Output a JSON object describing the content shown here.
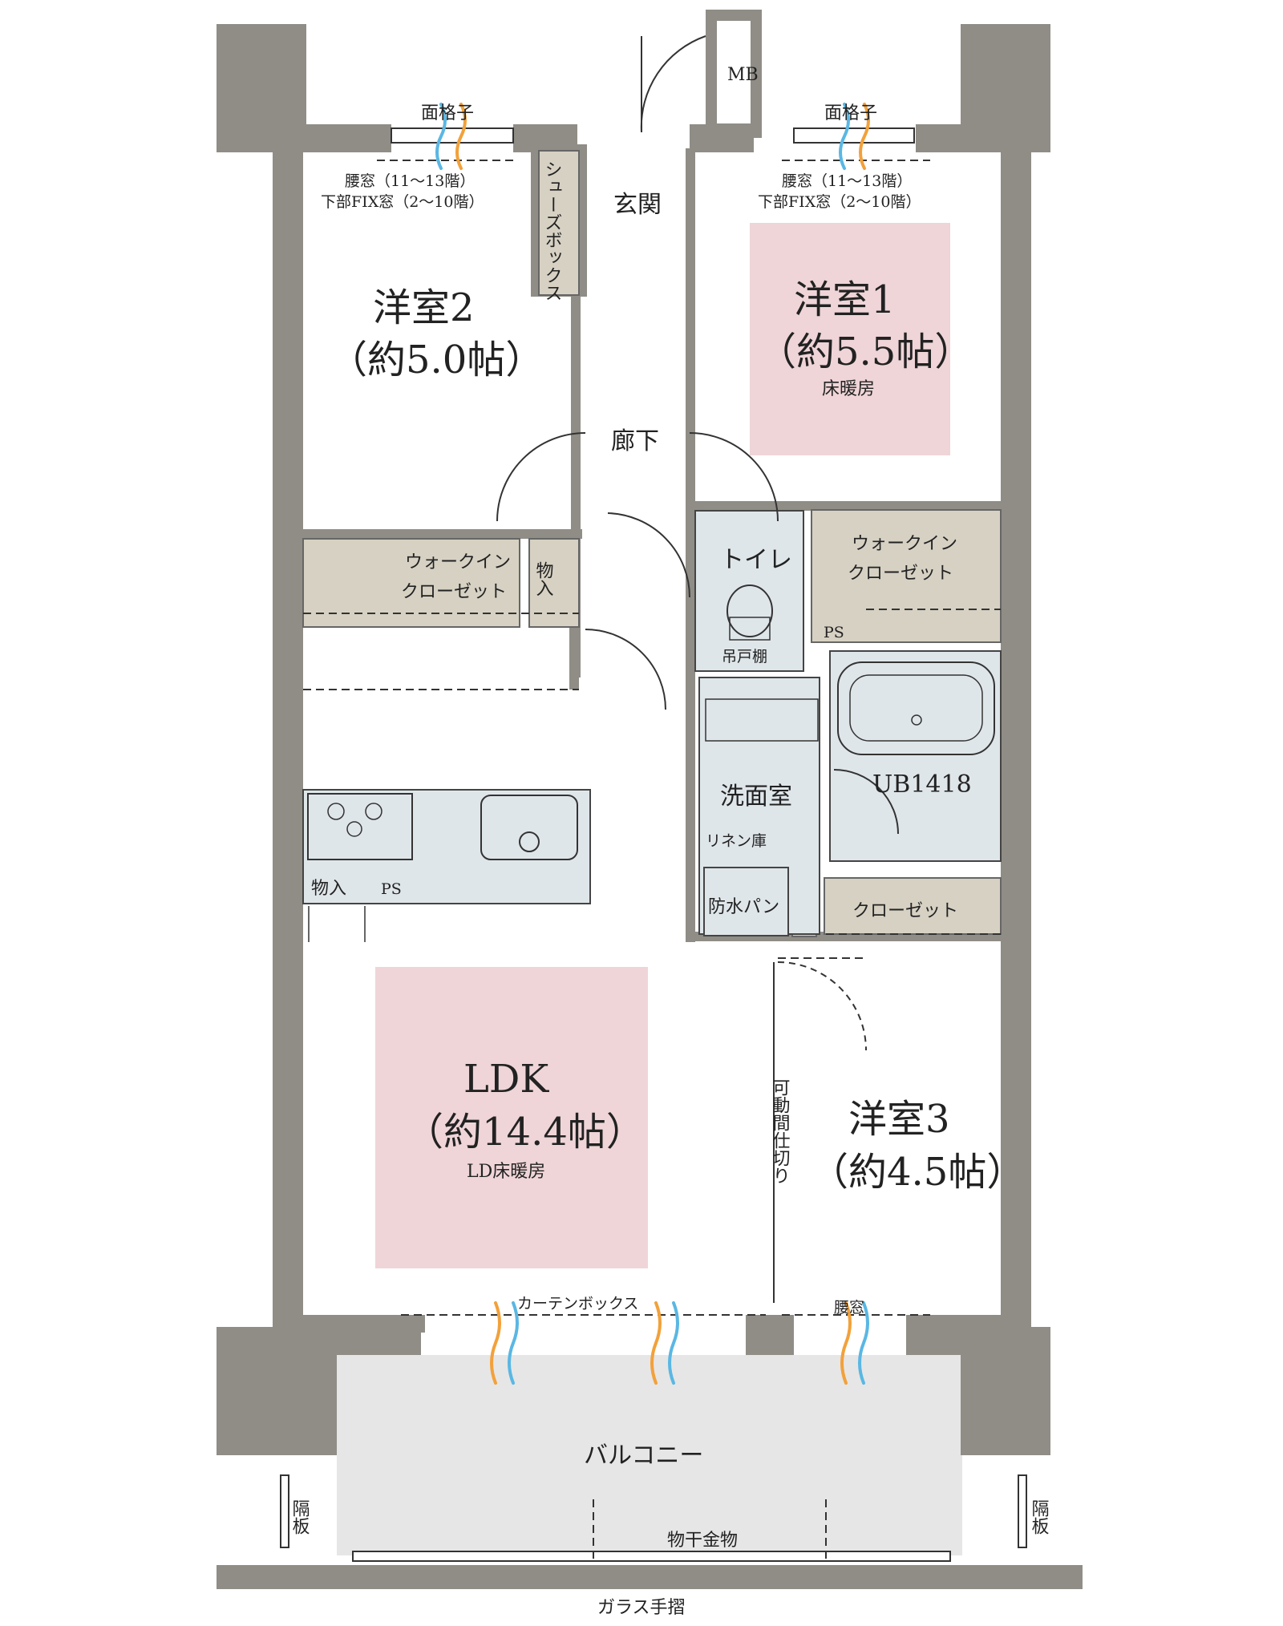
{
  "rooms": {
    "western2": {
      "name": "洋室2",
      "size": "（約5.0帖）"
    },
    "western1": {
      "name": "洋室1",
      "size": "（約5.5帖）",
      "note": "床暖房"
    },
    "western3": {
      "name": "洋室3",
      "size": "（約4.5帖）"
    },
    "ldk": {
      "name": "LDK",
      "size": "（約14.4帖）",
      "note": "LD床暖房"
    }
  },
  "labels": {
    "lattice": "面格子",
    "window_line1": "腰窓（11〜13階）",
    "window_line2": "下部FIX窓（2〜10階）",
    "mb": "MB",
    "shoebox": "シューズボックス",
    "entrance": "玄関",
    "hallway": "廊下",
    "walkin": [
      "ウォークイン",
      "クローゼット"
    ],
    "storage": "物入",
    "toilet": "トイレ",
    "hanging_shelf": "吊戸棚",
    "ps": "PS",
    "washroom": "洗面室",
    "ub": "UB1418",
    "linen": "リネン庫",
    "waterproof_pan": "防水パン",
    "closet": "クローゼット",
    "movable_partition": "可動間仕切り",
    "curtain_box": "カーテンボックス",
    "waist_window": "腰窓",
    "balcony": "バルコニー",
    "partition_board": "隔板",
    "laundry_hardware": "物干金物",
    "glass_handrail": "ガラス手摺"
  },
  "colors": {
    "wall": "#8f8d86",
    "storage": "#d6d1c3",
    "wet_area": "#dfe6ea",
    "floor_heating": "#efd5d8",
    "balcony": "#e6e6e6",
    "airflow_warm": "#f2a13b",
    "airflow_cool": "#5ab7e3"
  }
}
